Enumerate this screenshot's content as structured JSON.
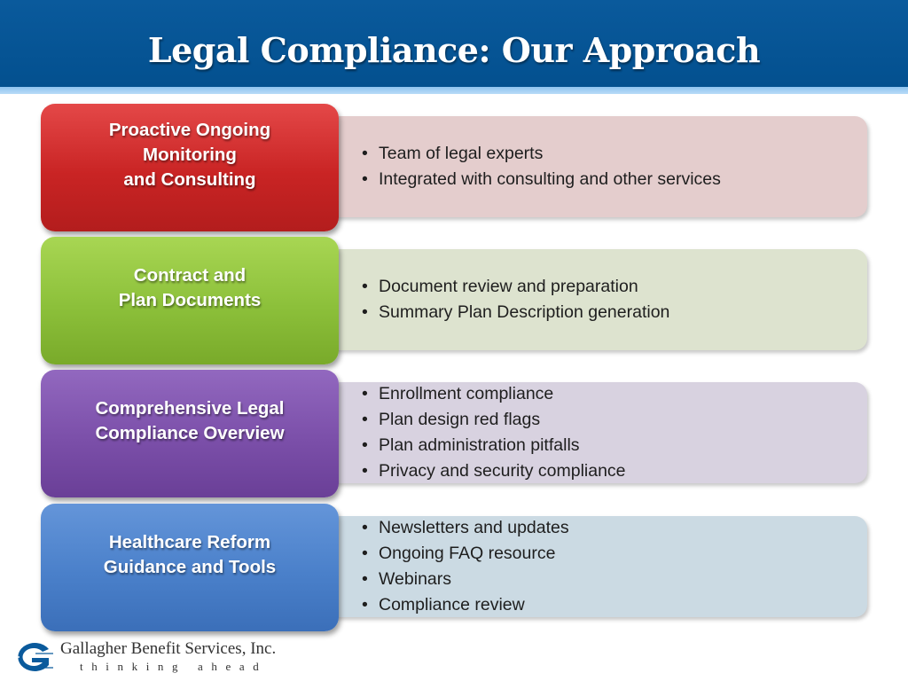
{
  "title": "Legal Compliance: Our Approach",
  "rows": [
    {
      "label": "Proactive Ongoing\nMonitoring\nand Consulting",
      "color": "#c92424",
      "bullets": [
        "Team of legal experts",
        "Integrated with consulting and other services"
      ]
    },
    {
      "label": "Contract and\nPlan Documents",
      "color": "#8cc03a",
      "bullets": [
        "Document review and preparation",
        "Summary Plan Description generation"
      ]
    },
    {
      "label": "Comprehensive Legal\nCompliance Overview",
      "color": "#7b4fa9",
      "bullets": [
        "Enrollment compliance",
        "Plan design red flags",
        "Plan administration pitfalls",
        "Privacy and security compliance"
      ]
    },
    {
      "label": "Healthcare Reform\nGuidance and Tools",
      "color": "#4a80ca",
      "bullets": [
        "Newsletters and updates",
        "Ongoing FAQ resource",
        "Webinars",
        "Compliance review"
      ]
    }
  ],
  "footer": {
    "company": "Gallagher Benefit Services, Inc.",
    "tagline": "thinking ahead",
    "logo_icon": "gallagher-g-logo-icon",
    "brand_color": "#0a5a9c"
  }
}
